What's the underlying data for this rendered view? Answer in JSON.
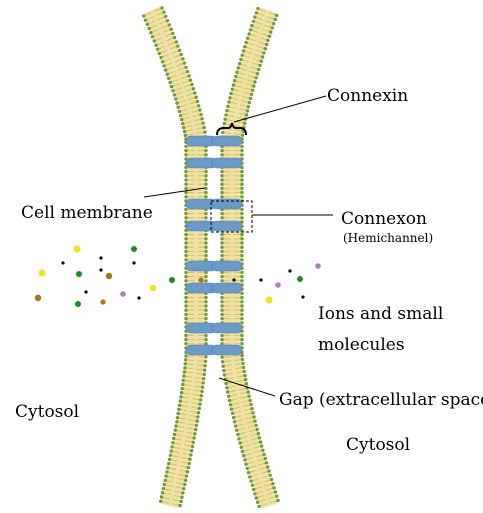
{
  "labels": {
    "connexin": "Connexin",
    "cell_membrane": "Cell membrane",
    "connexon": "Connexon",
    "hemichannel": "(Hemichannel)",
    "ions": "Ions and small",
    "molecules": "molecules",
    "gap": "Gap (extracellular space)",
    "cytosol_left": "Cytosol",
    "cytosol_right": "Cytosol"
  },
  "colors": {
    "head": "#6e9a3a",
    "tail": "#d9c25a",
    "band": "#efe2a8",
    "protein": "#6b9ac6",
    "protein_edge": "#4f7fae",
    "ion_yellow": "#f2df1e",
    "ion_green": "#1e8c1e",
    "ion_brown": "#a9741c",
    "ion_purple": "#b57ab8",
    "ion_black": "#000000"
  }
}
